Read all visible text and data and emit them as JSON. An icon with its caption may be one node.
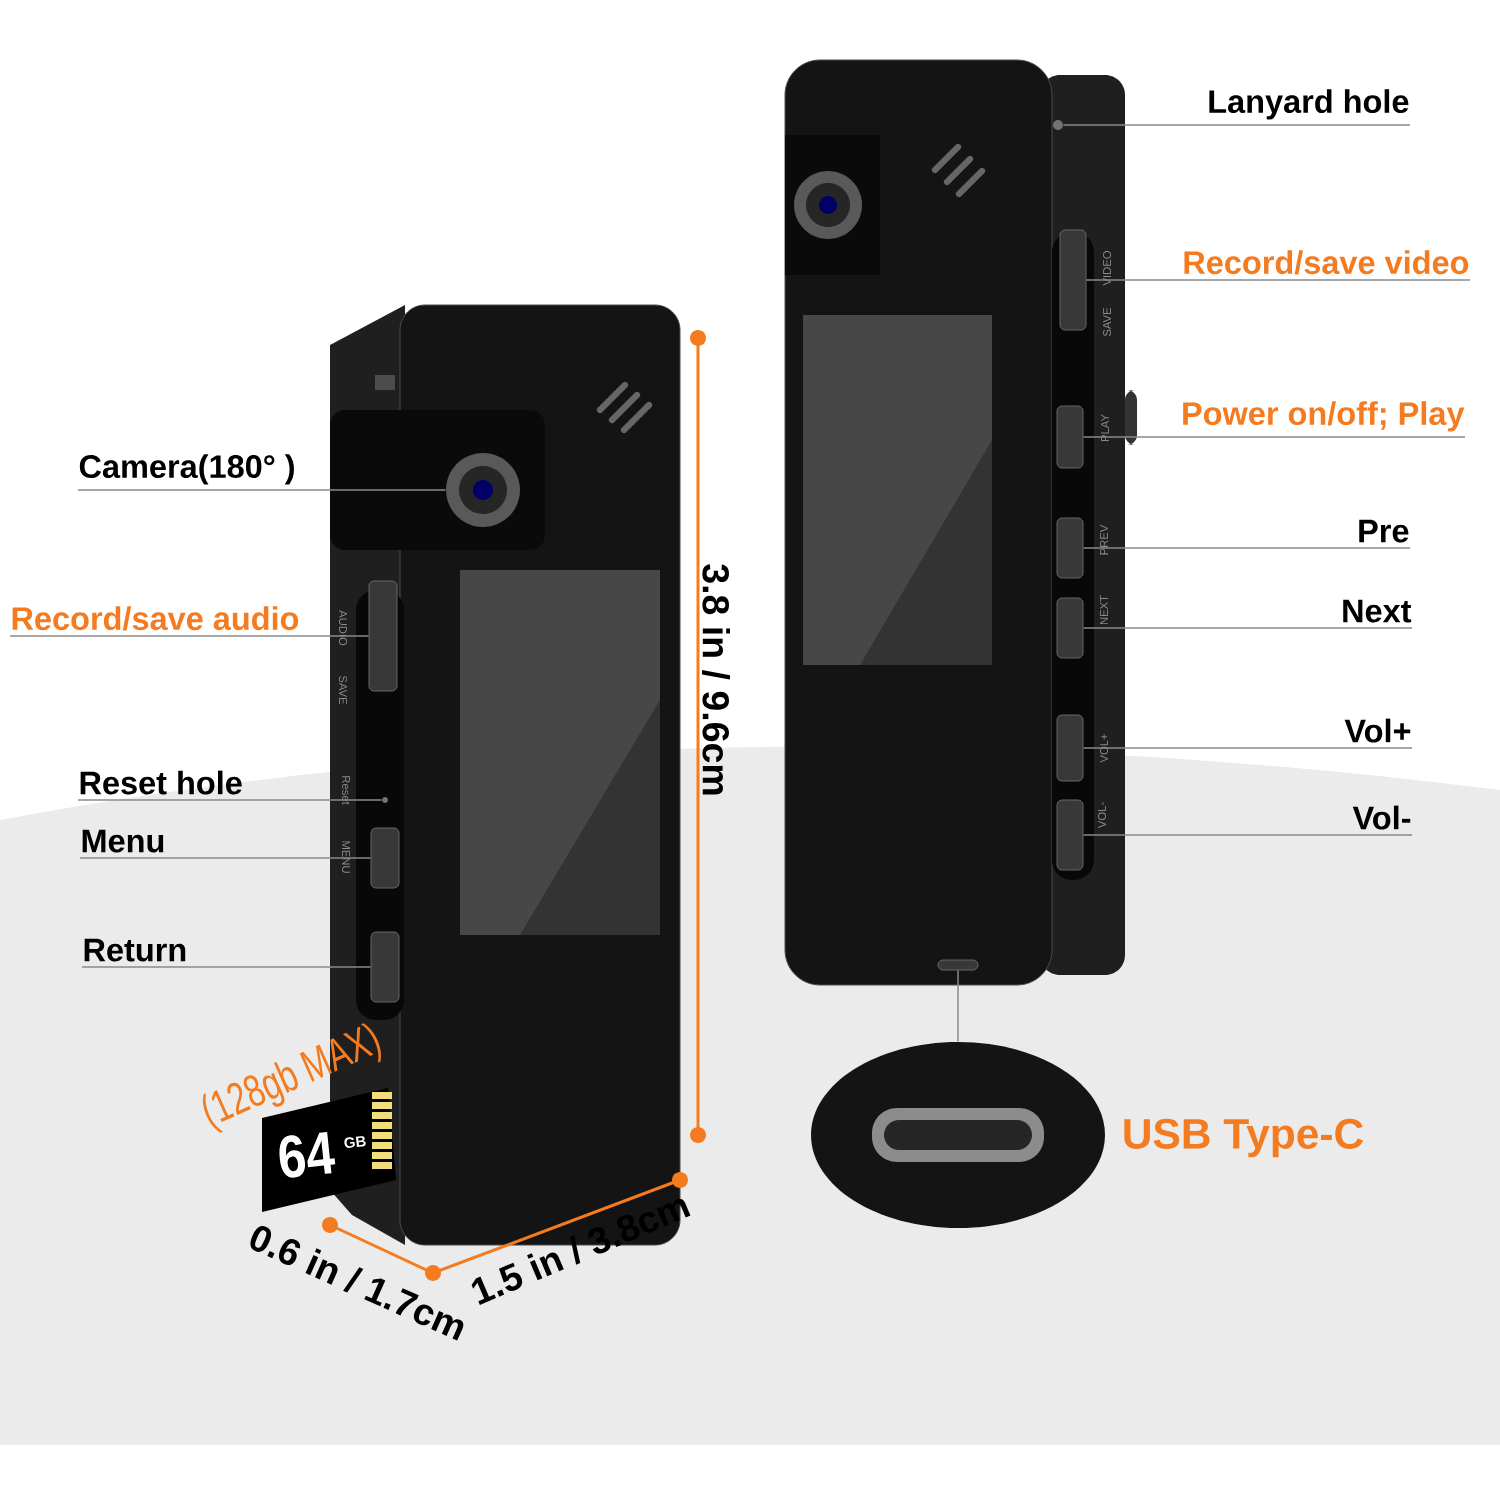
{
  "diagram": {
    "nodes": [
      {
        "text": [
          "Lanyard hole"
        ]
      },
      {
        "text": [
          "Record/save video"
        ]
      },
      {
        "text": [
          "Power on/off; Play"
        ]
      },
      {
        "text": [
          "Camera(180° )"
        ]
      },
      {
        "text": [
          "Pre"
        ]
      },
      {
        "text": [
          "Record/save audio"
        ]
      },
      {
        "text": [
          "Next"
        ]
      },
      {
        "text": [
          "Vol+"
        ]
      },
      {
        "text": [
          "Reset hole"
        ]
      },
      {
        "text": [
          "Vol-"
        ]
      },
      {
        "text": [
          "Menu"
        ]
      },
      {
        "text": [
          "Return"
        ]
      },
      {
        "text": [
          "USB Type-C"
        ]
      },
      {
        "text": [],
        "shape": "circle"
      },
      {
        "text": [],
        "shape": "box"
      },
      {
        "text": [],
        "shape": "box"
      },
      {
        "text": [],
        "shape": "circle"
      },
      {
        "text": [],
        "shape": "box"
      },
      {
        "text": [],
        "shape": "box"
      },
      {
        "text": [],
        "shape": "box"
      },
      {
        "text": [],
        "shape": "box"
      },
      {
        "text": [],
        "shape": "circle"
      },
      {
        "text": [],
        "shape": "box"
      },
      {
        "text": [],
        "shape": "box"
      },
      {
        "text": [],
        "shape": "box"
      },
      {
        "text": [],
        "shape": "circle"
      },
      {
        "text": [],
        "shape": "box"
      }
    ],
    "edges": [
      {
        "from": 0,
        "to": 13,
        "arrow": "none"
      },
      {
        "from": 1,
        "to": 14,
        "arrow": "none"
      },
      {
        "from": 2,
        "to": 15,
        "arrow": "none"
      },
      {
        "from": 3,
        "to": 16,
        "arrow": "none"
      },
      {
        "from": 4,
        "to": 17,
        "arrow": "none"
      },
      {
        "from": 5,
        "to": 18,
        "arrow": "none"
      },
      {
        "from": 6,
        "to": 19,
        "arrow": "none"
      },
      {
        "from": 7,
        "to": 20,
        "arrow": "none"
      },
      {
        "from": 8,
        "to": 21,
        "arrow": "none"
      },
      {
        "from": 9,
        "to": 22,
        "arrow": "none"
      },
      {
        "from": 10,
        "to": 23,
        "arrow": "none"
      },
      {
        "from": 11,
        "to": 24,
        "arrow": "none"
      },
      {
        "from": 25,
        "to": 26,
        "arrow": "none"
      }
    ],
    "labels": [
      "3.8 in / 9.6cm",
      "(128gb MAX)",
      "64",
      "GB",
      "0.6 in / 1.7cm",
      "1.5 in / 3.8cm",
      "AUDIO",
      "SAVE",
      "Reset",
      "MENU",
      "VIDEO",
      "SAVE",
      "PLAY",
      "PREV",
      "NEXT",
      "VOL+",
      "VOL-"
    ]
  }
}
